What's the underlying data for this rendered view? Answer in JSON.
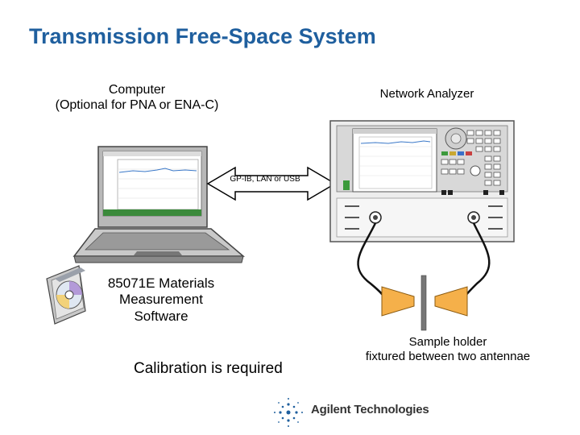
{
  "title": "Transmission Free-Space System",
  "computer": {
    "label_line1": "Computer",
    "label_line2": "(Optional for PNA or ENA-C)"
  },
  "network_analyzer": {
    "label": "Network Analyzer"
  },
  "connection": {
    "label": "GP-IB, LAN or USB"
  },
  "software": {
    "line1": "85071E Materials",
    "line2": "Measurement",
    "line3": "Software"
  },
  "sample_holder": {
    "line1": "Sample holder",
    "line2": "fixtured between two antennae"
  },
  "calibration_note": "Calibration is required",
  "logo": {
    "text": "Agilent Technologies",
    "icon": "agilent-spark-icon"
  },
  "colors": {
    "title": "#1f5f9e",
    "antenna": "#f5b04a",
    "screen_trace": "#3a78c8",
    "device_gray": "#c9c9c9"
  }
}
